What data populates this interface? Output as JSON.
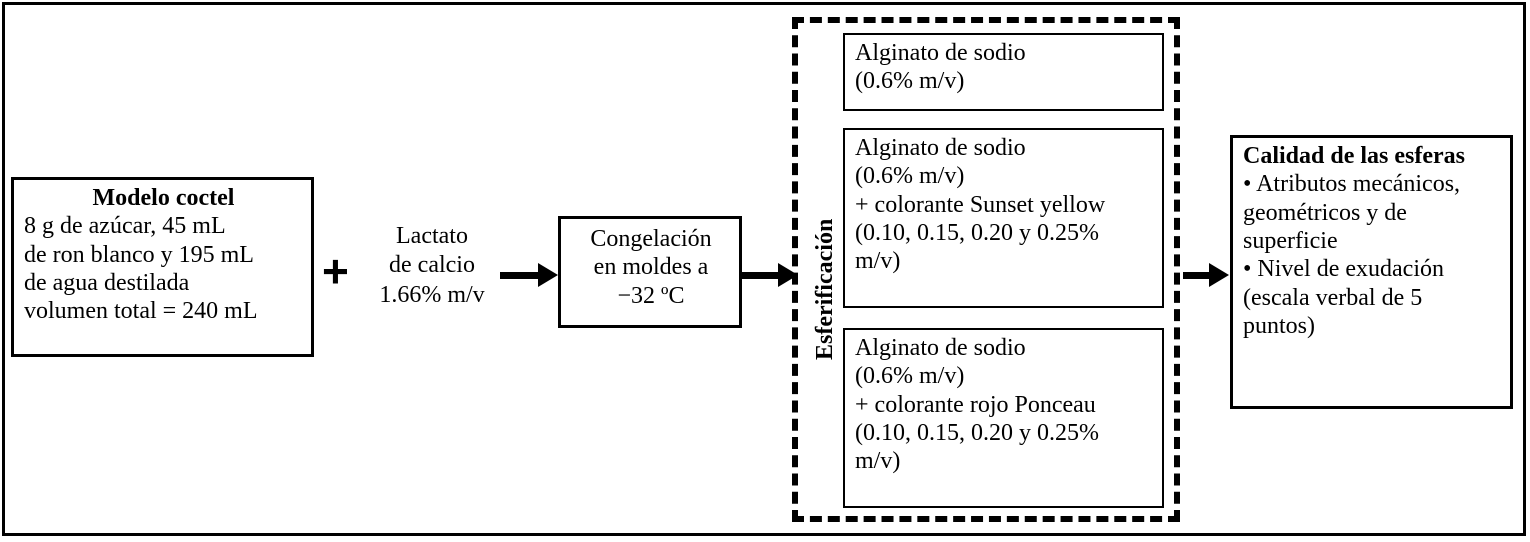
{
  "figure": {
    "kind": "process-flow-diagram",
    "language": "es",
    "colors": {
      "ink": "#000000",
      "paper": "#ffffff"
    }
  },
  "cocktail_box": {
    "title": "Modelo coctel",
    "lines": [
      "8 g de azúcar, 45 mL",
      "de ron blanco y 195 mL",
      "de agua destilada",
      "volumen total = 240 mL"
    ]
  },
  "plus": {
    "symbol": "+"
  },
  "lactate_label": {
    "lines": [
      "Lactato",
      "de calcio",
      "1.66% m/v"
    ]
  },
  "freezing_box": {
    "lines": [
      "Congelación",
      "en moldes a",
      "−32 ºC"
    ]
  },
  "spherification_group": {
    "vertical_label": "Esferificación",
    "boxes": [
      {
        "name": "alginate-plain",
        "lines": [
          "Alginato de sodio",
          "(0.6% m/v)"
        ]
      },
      {
        "name": "alginate-sunset-yellow",
        "lines": [
          "Alginato de sodio",
          "(0.6% m/v)",
          "+ colorante Sunset yellow",
          "(0.10, 0.15, 0.20 y 0.25%",
          "m/v)"
        ]
      },
      {
        "name": "alginate-ponceau-red",
        "lines": [
          "Alginato de sodio",
          "(0.6% m/v)",
          "+ colorante rojo Ponceau",
          "(0.10, 0.15, 0.20 y 0.25%",
          "m/v)"
        ]
      }
    ]
  },
  "quality_box": {
    "title": "Calidad de las esferas",
    "lines": [
      "• Atributos mecánicos,",
      "geométricos y de",
      "superficie",
      "• Nivel de exudación",
      "(escala verbal de 5",
      "puntos)"
    ]
  },
  "arrows": [
    {
      "name": "arrow-lactate-to-freezing"
    },
    {
      "name": "arrow-freezing-to-spherification"
    },
    {
      "name": "arrow-spherification-to-quality"
    }
  ]
}
